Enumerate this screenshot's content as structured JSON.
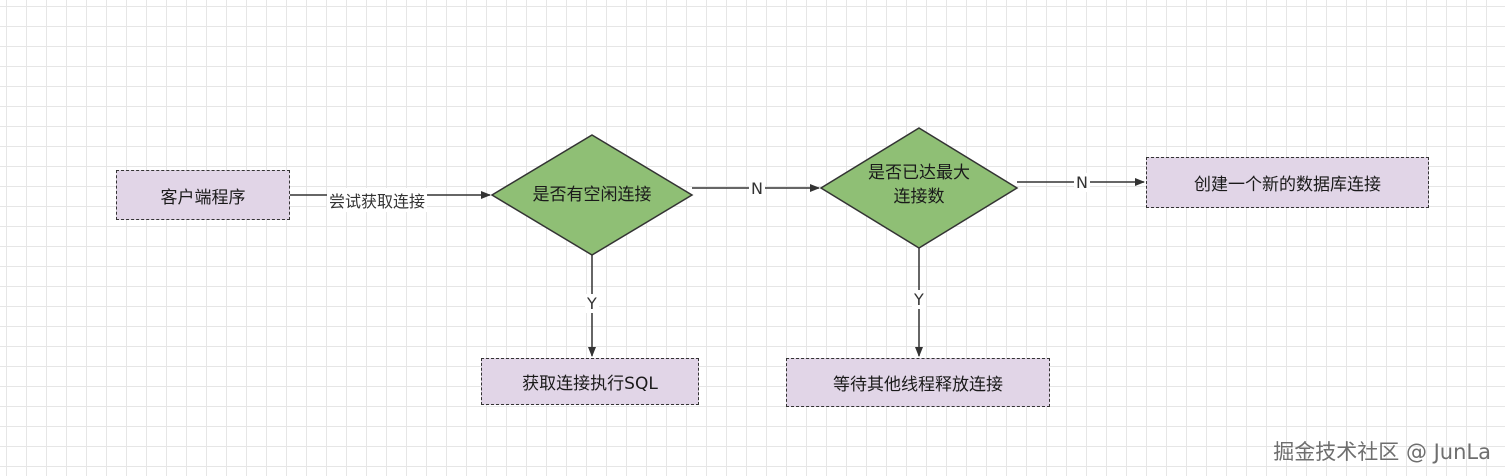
{
  "colors": {
    "process_fill": "#e1d5e7",
    "decision_fill": "#8fbf75",
    "stroke": "#333333"
  },
  "nodes": {
    "client": "客户端程序",
    "decision_idle": "是否有空闲连接",
    "decision_max_line1": "是否已达最大",
    "decision_max_line2": "连接数",
    "create_new": "创建一个新的数据库连接",
    "get_exec_sql": "获取连接执行SQL",
    "wait_release": "等待其他线程释放连接"
  },
  "edges": {
    "try_get": "尝试获取连接",
    "idle_no": "N",
    "max_no": "N",
    "idle_yes": "Y",
    "max_yes": "Y"
  },
  "watermark": "掘金技术社区 @ JunLa"
}
